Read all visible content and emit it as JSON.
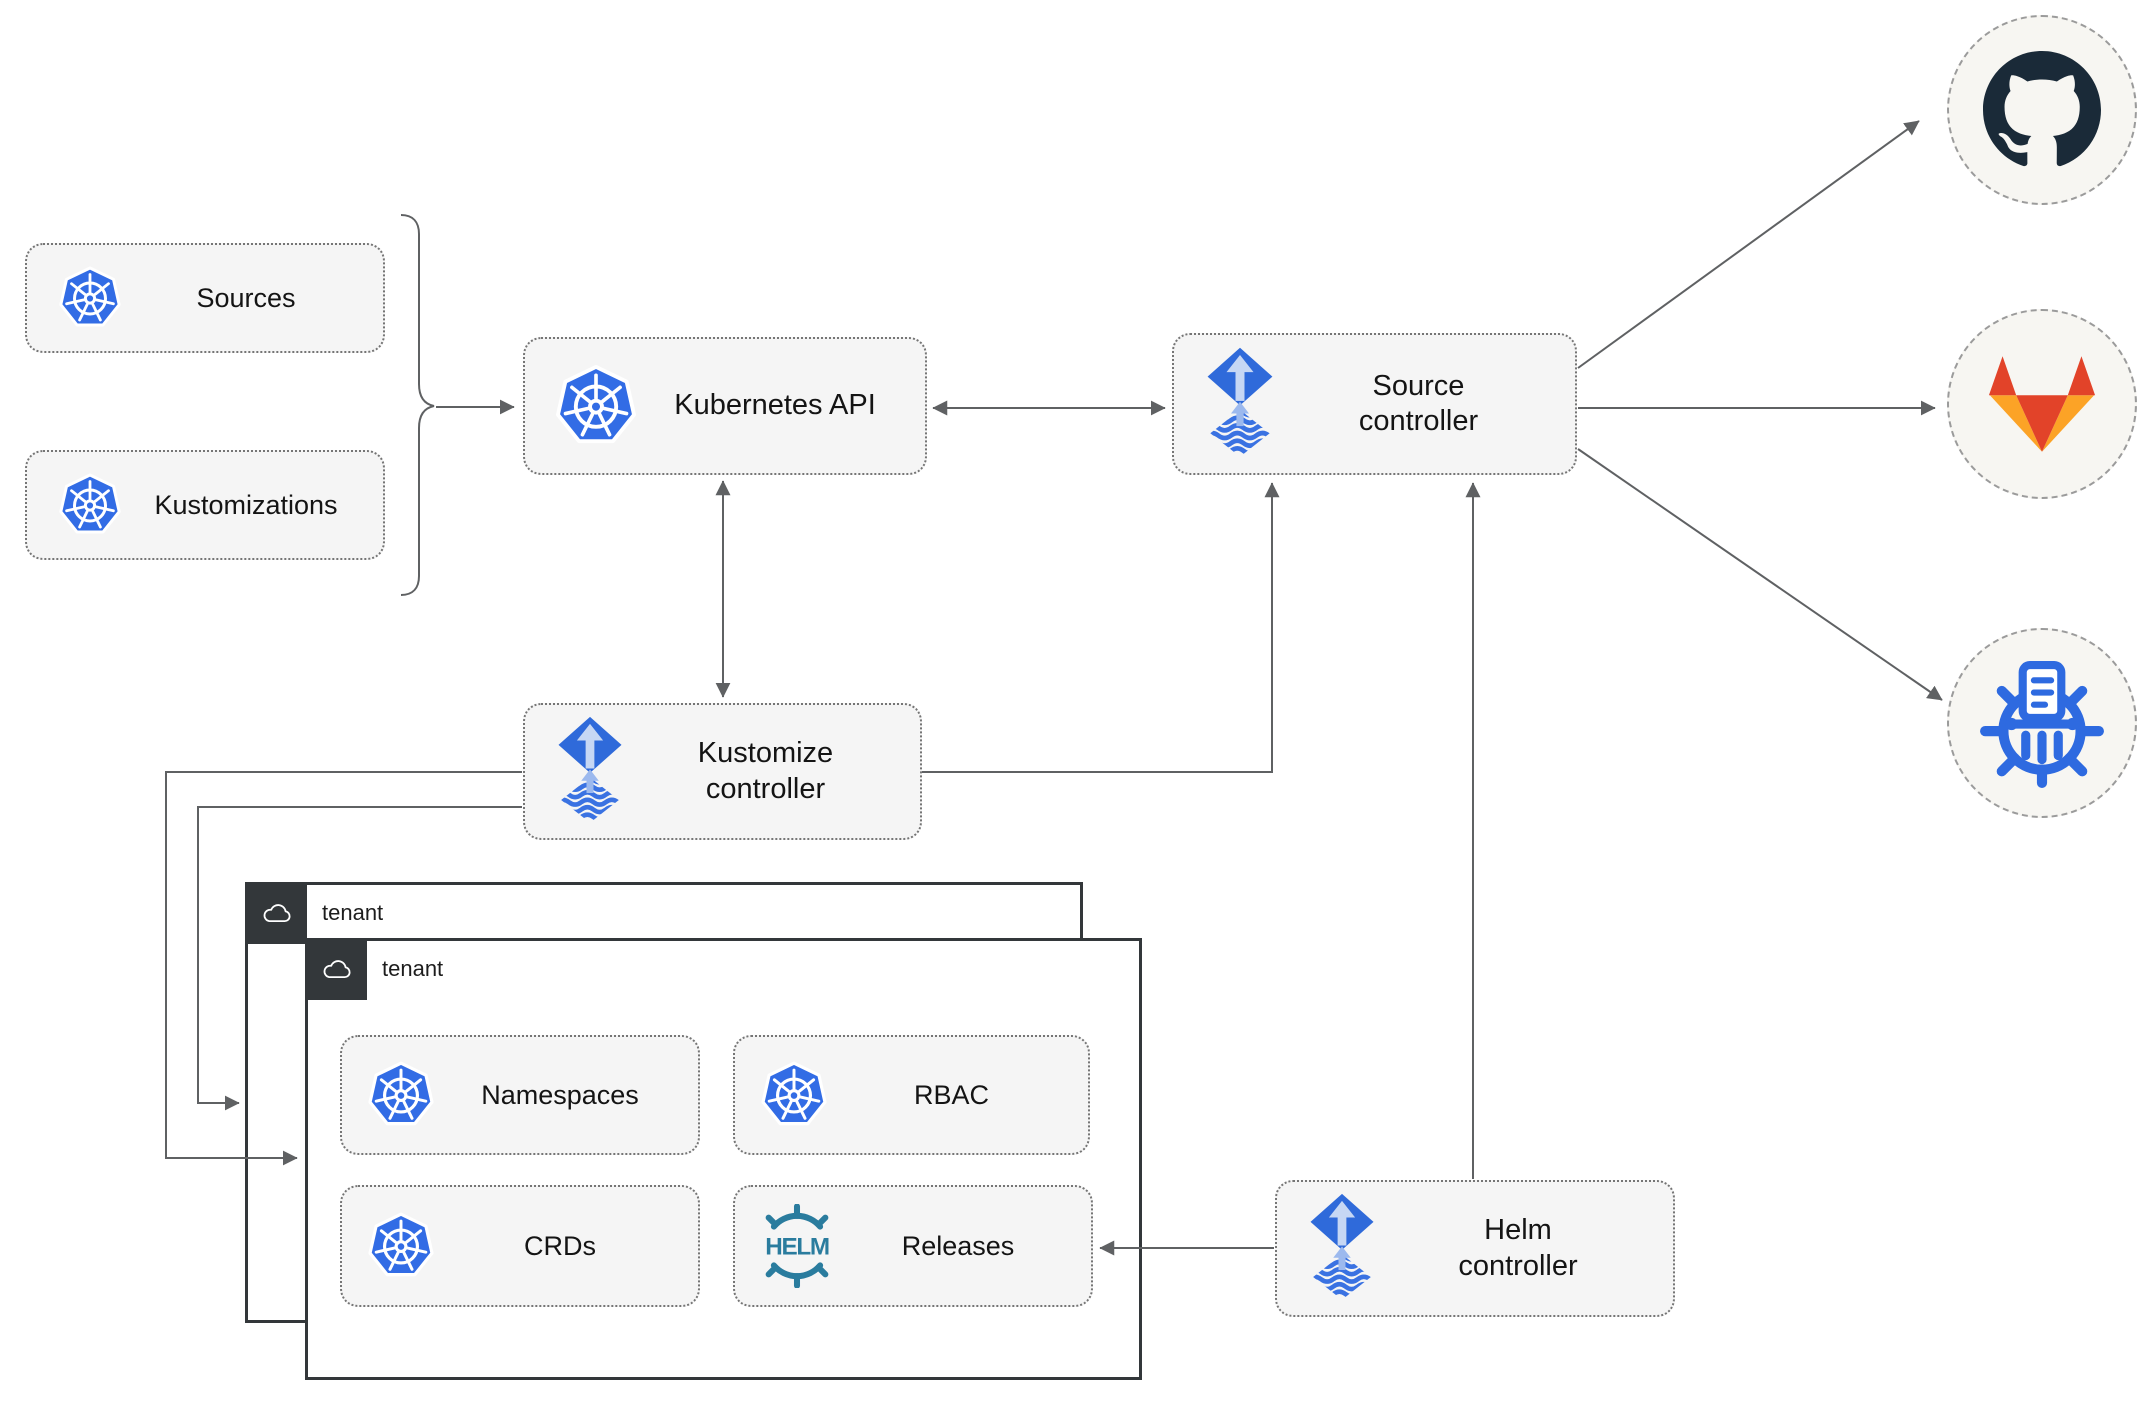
{
  "nodes": {
    "sources": {
      "label": "Sources",
      "icon": "kubernetes-icon"
    },
    "kustomizations": {
      "label": "Kustomizations",
      "icon": "kubernetes-icon"
    },
    "kubernetes_api": {
      "label": "Kubernetes API",
      "icon": "kubernetes-icon"
    },
    "source_controller": {
      "line1": "Source",
      "line2": "controller",
      "icon": "flux-icon"
    },
    "kustomize_controller": {
      "line1": "Kustomize",
      "line2": "controller",
      "icon": "flux-icon"
    },
    "helm_controller": {
      "line1": "Helm",
      "line2": "controller",
      "icon": "flux-icon"
    },
    "namespaces": {
      "label": "Namespaces",
      "icon": "kubernetes-icon"
    },
    "rbac": {
      "label": "RBAC",
      "icon": "kubernetes-icon"
    },
    "crds": {
      "label": "CRDs",
      "icon": "kubernetes-icon"
    },
    "releases": {
      "label": "Releases",
      "icon": "helm-icon",
      "logo_text": "HELM"
    }
  },
  "tenants": {
    "back": {
      "label": "tenant",
      "icon": "cloud-icon"
    },
    "front": {
      "label": "tenant",
      "icon": "cloud-icon"
    }
  },
  "remotes": {
    "github": {
      "icon": "github-icon"
    },
    "gitlab": {
      "icon": "gitlab-icon"
    },
    "chart_repository": {
      "icon": "chartmuseum-icon"
    }
  },
  "colors": {
    "kubernetes_blue": "#326ce5",
    "flux_blue": "#2f6ada",
    "flux_light": "#c6d7f4",
    "helm_teal": "#2a7c9e",
    "chartmuseum_blue": "#2e6ae0",
    "github_dark": "#1a2a38",
    "gitlab_red": "#e24329",
    "gitlab_yellow": "#fca326",
    "node_fill": "#f5f5f5",
    "connector_gray": "#5f6163",
    "tenant_border": "#33373a"
  }
}
